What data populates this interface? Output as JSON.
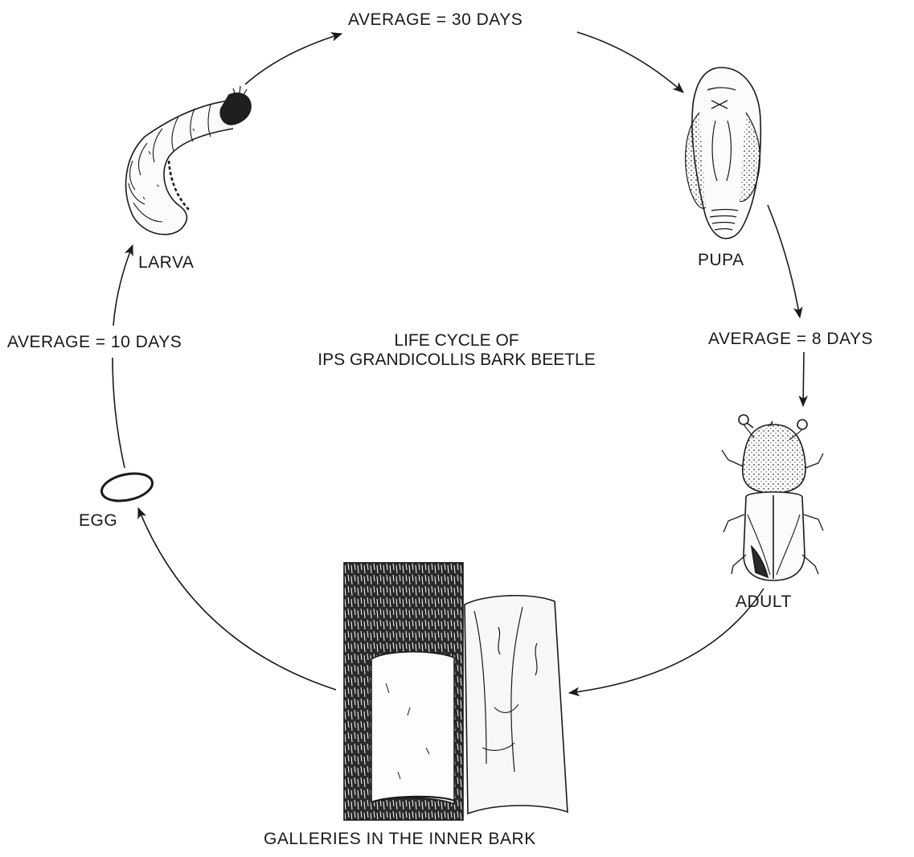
{
  "diagram": {
    "title_line1": "LIFE CYCLE OF",
    "title_line2": "IPS GRANDICOLLIS BARK BEETLE",
    "stages": {
      "larva": "LARVA",
      "pupa": "PUPA",
      "adult": "ADULT",
      "galleries": "GALLERIES IN THE INNER BARK",
      "egg": "EGG"
    },
    "durations": {
      "larva_to_pupa": "AVERAGE = 30 DAYS",
      "pupa_to_adult": "AVERAGE = 8 DAYS",
      "egg_to_larva": "AVERAGE = 10 DAYS"
    },
    "colors": {
      "ink": "#1a1a1a",
      "background": "#ffffff"
    }
  }
}
